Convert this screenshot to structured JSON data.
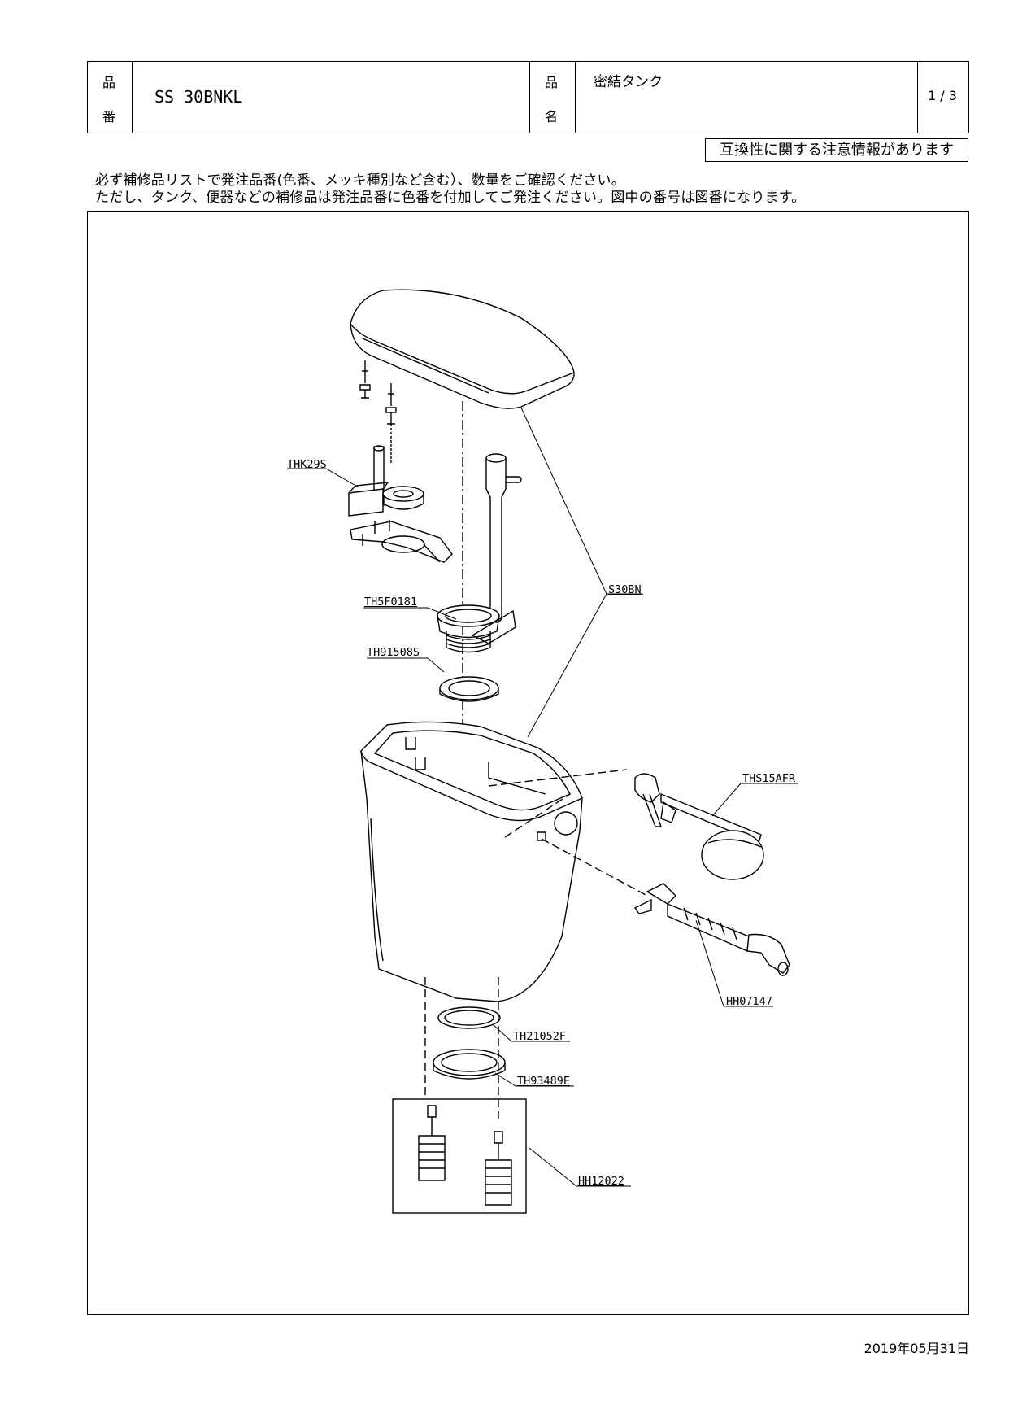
{
  "header": {
    "part_no_label_1": "品",
    "part_no_label_2": "番",
    "part_no": "SS 30BNKL",
    "name_label_1": "品",
    "name_label_2": "名",
    "product_name": "密結タンク",
    "page": "1 / 3"
  },
  "notice": "互換性に関する注意情報があります",
  "instructions": {
    "line1": "必ず補修品リストで発注品番(色番、メッキ種別など含む）、数量をご確認ください。",
    "line2": "ただし、タンク、便器などの補修品は発注品番に色番を付加してご発注ください。図中の番号は図番になります。"
  },
  "parts": {
    "thk29s": "THK29S",
    "th5f0181": "TH5F0181",
    "th91508s": "TH91508S",
    "s30bn": "S30BN",
    "ths15afr": "THS15AFR",
    "hh07147": "HH07147",
    "th21052f": "TH21052F",
    "th93489e": "TH93489E",
    "hh12022": "HH12022"
  },
  "footer": {
    "date": "2019年05月31日"
  }
}
